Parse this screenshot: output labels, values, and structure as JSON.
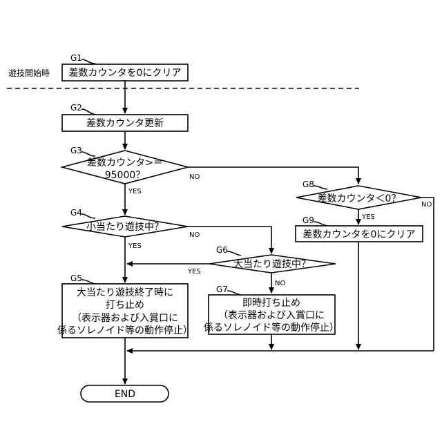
{
  "start_note": "遊技開始時",
  "steps": {
    "g1": {
      "id": "G1",
      "text": "差数カウンタを0にクリア"
    },
    "g2": {
      "id": "G2",
      "text": "差数カウンタ更新"
    },
    "g3": {
      "id": "G3",
      "line1": "差数カウンタ>＝",
      "line2": "95000？",
      "yes": "YES",
      "no": "NO"
    },
    "g4": {
      "id": "G4",
      "text": "小当たり遊技中？",
      "yes": "YES",
      "no": "NO"
    },
    "g5": {
      "id": "G5",
      "line1": "大当たり遊技終了時に",
      "line2": "打ち止め",
      "line3": "（表示器および入賞口に",
      "line4": "係るソレノイド等の動作停止）"
    },
    "g6": {
      "id": "G6",
      "text": "大当たり遊技中？",
      "yes": "YES",
      "no": "NO"
    },
    "g7": {
      "id": "G7",
      "line1": "即時打ち止め",
      "line2": "（表示器および入賞口に",
      "line3": "係るソレノイド等の動作停止）"
    },
    "g8": {
      "id": "G8",
      "text": "差数カウンタ＜0？",
      "yes": "YES",
      "no": "NO"
    },
    "g9": {
      "id": "G9",
      "text": "差数カウンタを0にクリア"
    }
  },
  "end": "END"
}
